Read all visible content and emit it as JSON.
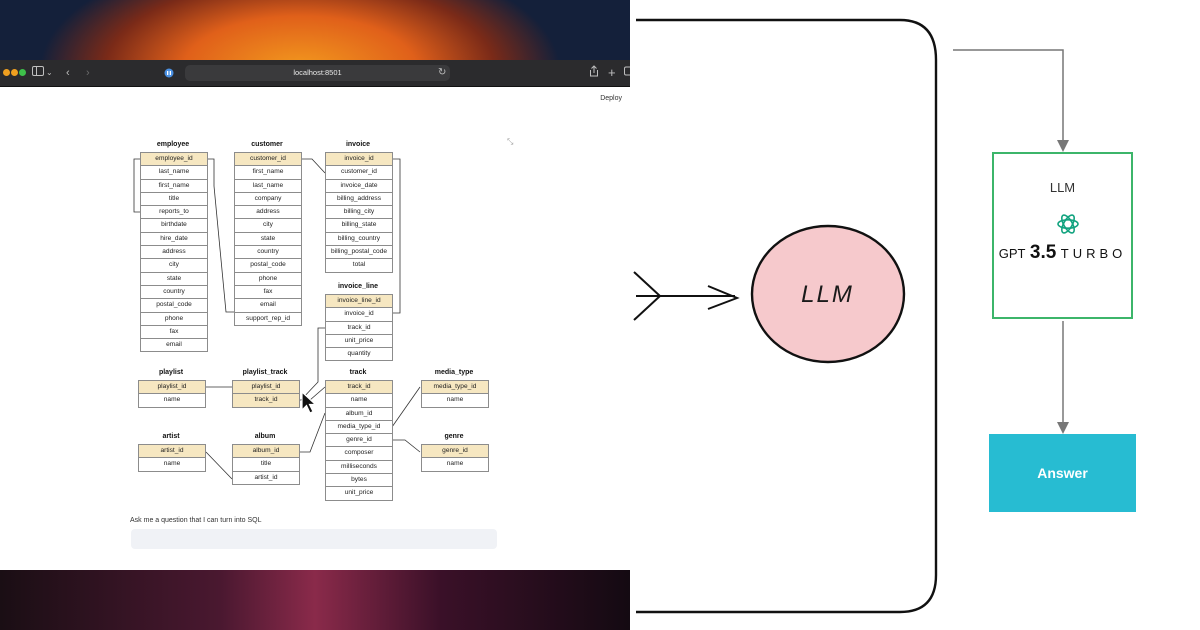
{
  "browser": {
    "url": "localhost:8501",
    "deploy_label": "Deploy",
    "traffic_colors": [
      "#f0a020",
      "#f0a020",
      "#3ec04a"
    ]
  },
  "schema": {
    "employee": {
      "title": "employee",
      "rows": [
        "employee_id",
        "last_name",
        "first_name",
        "title",
        "reports_to",
        "birthdate",
        "hire_date",
        "address",
        "city",
        "state",
        "country",
        "postal_code",
        "phone",
        "fax",
        "email"
      ]
    },
    "customer": {
      "title": "customer",
      "rows": [
        "customer_id",
        "first_name",
        "last_name",
        "company",
        "address",
        "city",
        "state",
        "country",
        "postal_code",
        "phone",
        "fax",
        "email",
        "support_rep_id"
      ]
    },
    "invoice": {
      "title": "invoice",
      "rows": [
        "invoice_id",
        "customer_id",
        "invoice_date",
        "billing_address",
        "billing_city",
        "billing_state",
        "billing_country",
        "billing_postal_code",
        "total"
      ]
    },
    "invoice_line": {
      "title": "invoice_line",
      "rows": [
        "invoice_line_id",
        "invoice_id",
        "track_id",
        "unit_price",
        "quantity"
      ]
    },
    "playlist": {
      "title": "playlist",
      "rows": [
        "playlist_id",
        "name"
      ]
    },
    "playlist_track": {
      "title": "playlist_track",
      "rows": [
        "playlist_id",
        "track_id"
      ]
    },
    "track": {
      "title": "track",
      "rows": [
        "track_id",
        "name",
        "album_id",
        "media_type_id",
        "genre_id",
        "composer",
        "milliseconds",
        "bytes",
        "unit_price"
      ]
    },
    "media_type": {
      "title": "media_type",
      "rows": [
        "media_type_id",
        "name"
      ]
    },
    "artist": {
      "title": "artist",
      "rows": [
        "artist_id",
        "name"
      ]
    },
    "album": {
      "title": "album",
      "rows": [
        "album_id",
        "title",
        "artist_id"
      ]
    },
    "genre": {
      "title": "genre",
      "rows": [
        "genre_id",
        "name"
      ]
    }
  },
  "question": {
    "label": "Ask me a question that I can turn into SQL",
    "value": ""
  },
  "diagram": {
    "llm_circle_label": "LLM",
    "llm_box_title": "LLM",
    "gpt_prefix": "GPT",
    "gpt_version": "3.5",
    "gpt_suffix": "TURBO",
    "answer_label": "Answer",
    "colors": {
      "llm_circle_fill": "#f6c9cc",
      "llm_box_border": "#3cb56a",
      "answer_fill": "#27bcd2",
      "arrow": "#777777"
    }
  }
}
